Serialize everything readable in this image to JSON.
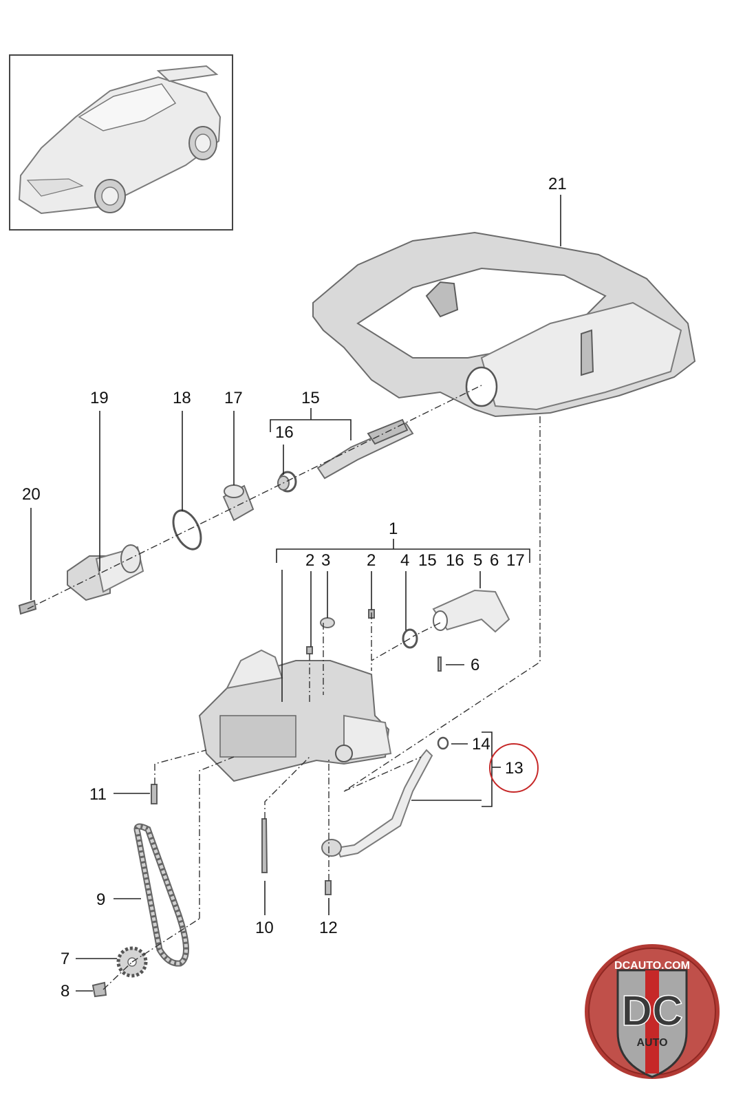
{
  "callouts": {
    "c1": "1",
    "c2a": "2",
    "c2b": "2",
    "c3": "3",
    "c4": "4",
    "c5": "5",
    "c6a": "6",
    "c6b": "6",
    "c7": "7",
    "c8": "8",
    "c9": "9",
    "c10": "10",
    "c11": "11",
    "c12": "12",
    "c13": "13",
    "c14": "14",
    "c15a": "15",
    "c15b": "15",
    "c16a": "16",
    "c16b": "16",
    "c17a": "17",
    "c17b": "17",
    "c18": "18",
    "c19": "19",
    "c20": "20",
    "c21": "21"
  },
  "highlight": {
    "callout": "13",
    "color": "#c62828"
  },
  "logo": {
    "top_text": "DCAUTO.COM",
    "mark": "DC",
    "bottom_text": "AUTO",
    "colors": {
      "ring": "#b23a34",
      "shield": "#a8a8a8",
      "stripe": "#c62828"
    }
  },
  "icons": [
    "car-thumbnail",
    "oil-pan",
    "oil-pump",
    "oil-chain",
    "oil-pipe",
    "bolt"
  ]
}
